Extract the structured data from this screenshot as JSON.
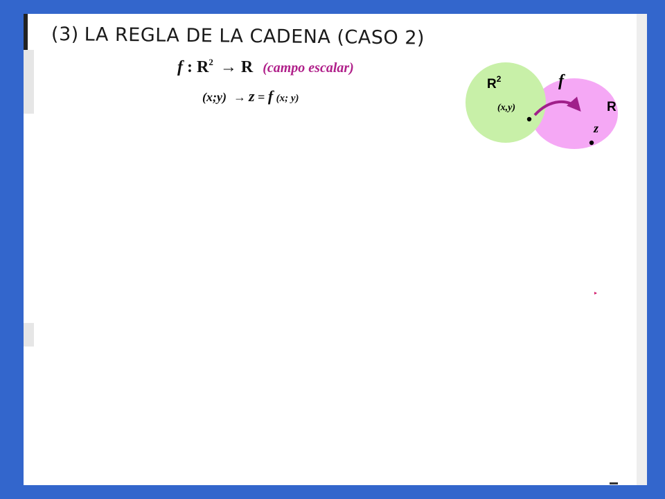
{
  "title": {
    "number": "(3)",
    "text": "LA REGLA DE LA CADENA (CASO 2)"
  },
  "definition": {
    "f": "f",
    "colon": ":",
    "domain": "R",
    "domain_exp": "2",
    "arrow": "→",
    "codomain": "R",
    "note": "(campo escalar)"
  },
  "mapping": {
    "input": "(x;y)",
    "arrow": "→",
    "z": "z",
    "equals": "=",
    "f": "f",
    "args": "(x; y)"
  },
  "diagram": {
    "domain_label": "R",
    "domain_exp": "2",
    "point_label": "(x,y)",
    "function_label": "f",
    "codomain_label": "R",
    "image_label": "z"
  },
  "colors": {
    "background": "#3366cc",
    "page": "#ffffff",
    "accent_magenta": "#b0208a",
    "domain_fill": "#c8f0a8",
    "codomain_fill": "#f5a8f5",
    "arrow": "#a0208a"
  }
}
